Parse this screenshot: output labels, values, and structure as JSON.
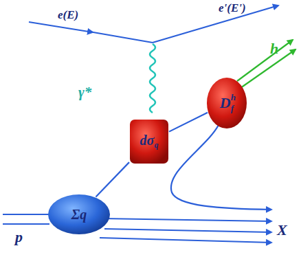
{
  "diagram": {
    "nodes": [
      {
        "text": [
          "Σq"
        ]
      },
      {
        "text": [
          "dσ",
          "q"
        ]
      },
      {
        "text": [
          "D",
          "h",
          "f"
        ]
      }
    ],
    "edges": [
      {
        "from": 0,
        "to": 1,
        "arrow": "none"
      },
      {
        "from": 1,
        "to": 2,
        "arrow": "none"
      }
    ],
    "labels": [
      "e(E)",
      "e'(E')",
      "γ*",
      "h",
      "p",
      "X"
    ]
  }
}
